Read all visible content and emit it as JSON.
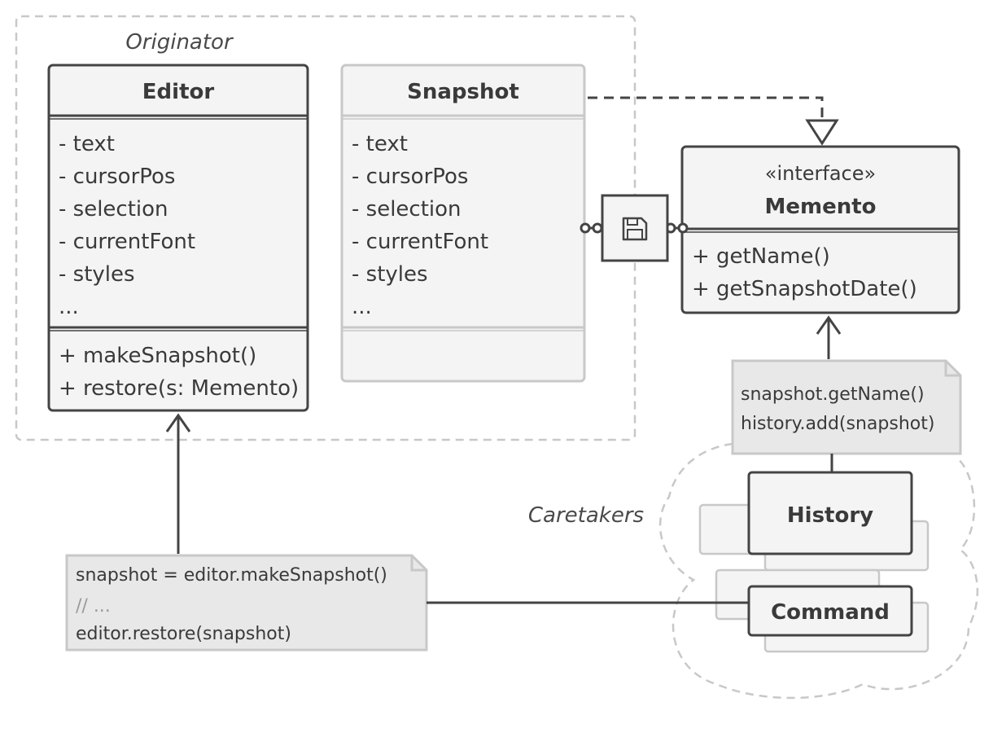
{
  "originator": {
    "label": "Originator",
    "editor": {
      "name": "Editor",
      "fields": [
        "- text",
        "- cursorPos",
        "- selection",
        "- currentFont",
        "- styles",
        "..."
      ],
      "methods": [
        "+ makeSnapshot()",
        "+ restore(s: Memento)"
      ]
    },
    "snapshot": {
      "name": "Snapshot",
      "fields": [
        "- text",
        "- cursorPos",
        "- selection",
        "- currentFont",
        "- styles",
        "..."
      ]
    }
  },
  "memento": {
    "stereotype": "«interface»",
    "name": "Memento",
    "methods": [
      "+ getName()",
      "+ getSnapshotDate()"
    ]
  },
  "caretakers": {
    "label": "Caretakers",
    "history": "History",
    "command": "Command"
  },
  "notes": {
    "history_note": [
      "snapshot.getName()",
      "history.add(snapshot)"
    ],
    "command_note": [
      "snapshot = editor.makeSnapshot()",
      "// ...",
      "editor.restore(snapshot)"
    ]
  },
  "icons": {
    "save": "floppy-disk-icon"
  },
  "colors": {
    "stroke": "#444444",
    "box_fill": "#f4f4f4",
    "note_fill": "#e8e8e8",
    "faint": "#c8c8c8"
  }
}
